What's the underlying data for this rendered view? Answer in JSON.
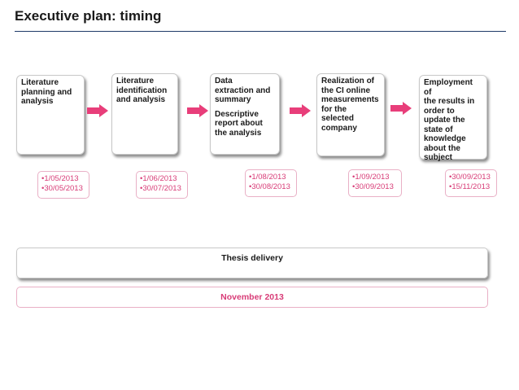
{
  "title": "Executive plan: timing",
  "accent_color": "#e83e7a",
  "steps": [
    {
      "lines": [
        "Literature",
        "planning and",
        "analysis"
      ],
      "extra": []
    },
    {
      "lines": [
        "Literature",
        "identification",
        "and analysis"
      ],
      "extra": []
    },
    {
      "lines": [
        "Data",
        "extraction and",
        "summary"
      ],
      "extra": [
        "Descriptive",
        "report about",
        "the analysis"
      ]
    },
    {
      "lines": [
        "Realization of",
        "the CI online",
        "measurements",
        "for the",
        "selected",
        "company"
      ],
      "extra": []
    },
    {
      "lines": [
        "Employment of",
        "the results in",
        "order to",
        "update the",
        "state of",
        "knowledge",
        "about the",
        "subject"
      ],
      "extra": []
    }
  ],
  "dates": [
    [
      "•1/05/2013",
      "•30/05/2013"
    ],
    [
      "•1/06/2013",
      "•30/07/2013"
    ],
    [
      "•1/08/2013",
      "•30/08/2013"
    ],
    [
      "•1/09/2013",
      "•30/09/2013"
    ],
    [
      "•30/09/2013",
      "•15/11/2013"
    ]
  ],
  "delivery": {
    "label": "Thesis delivery",
    "date": "November 2013"
  }
}
